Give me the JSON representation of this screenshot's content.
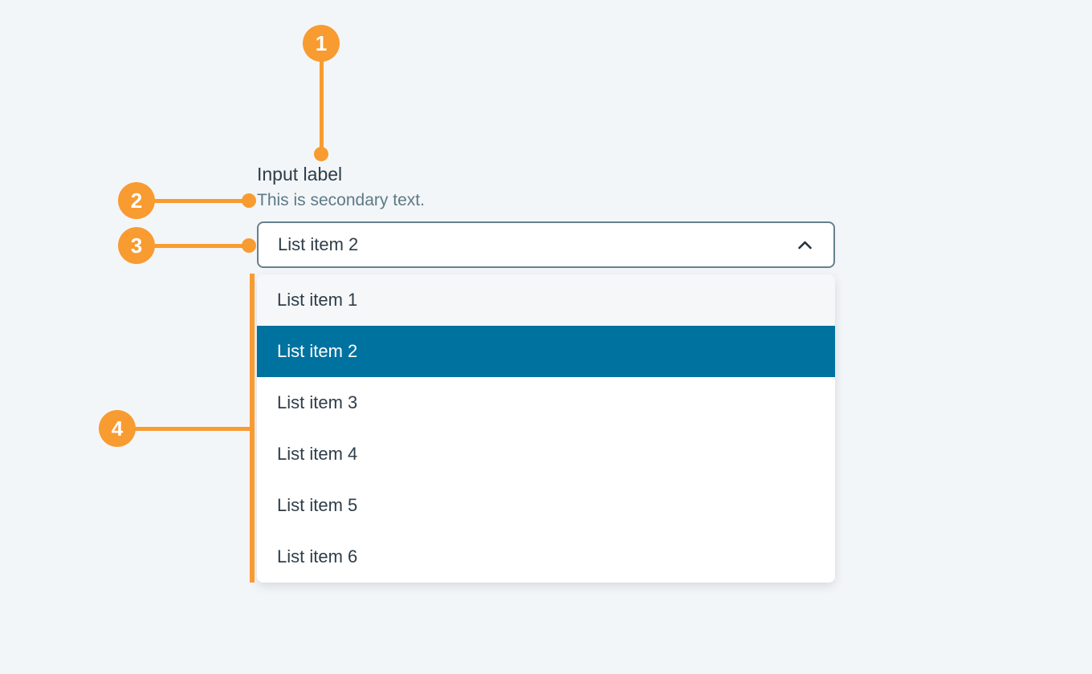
{
  "page": {
    "background_color": "#f3f6f8"
  },
  "colors": {
    "annotation_orange": "#F89B31",
    "selected_item_background": "#0072A0",
    "field_border": "#66808D",
    "primary_text": "#2E3D49",
    "secondary_text": "#5D7987",
    "hover_item_background": "#F5F7F9"
  },
  "input_field": {
    "label": "Input label",
    "secondary_text": "This is secondary text.",
    "selected_value": "List item 2",
    "chevron_icon": "chevron-up"
  },
  "dropdown": {
    "items": [
      {
        "label": "List item 1",
        "state": "hover"
      },
      {
        "label": "List item 2",
        "state": "selected"
      },
      {
        "label": "List item 3",
        "state": "default"
      },
      {
        "label": "List item 4",
        "state": "default"
      },
      {
        "label": "List item 5",
        "state": "default"
      },
      {
        "label": "List item 6",
        "state": "default"
      }
    ]
  },
  "annotations": [
    {
      "number": "1"
    },
    {
      "number": "2"
    },
    {
      "number": "3"
    },
    {
      "number": "4"
    }
  ]
}
